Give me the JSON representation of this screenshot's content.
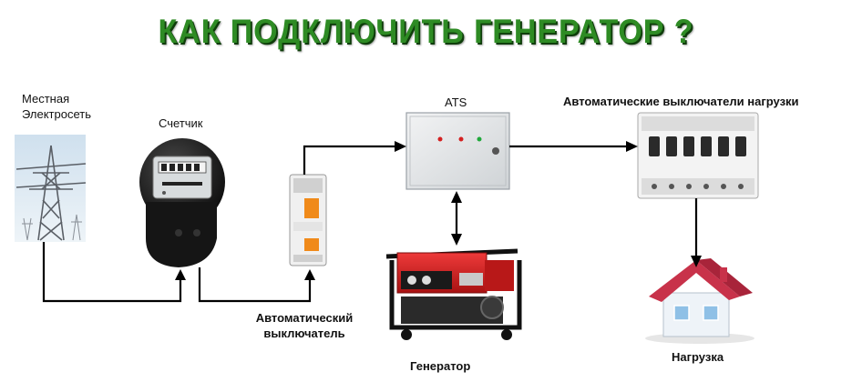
{
  "title": "КАК ПОДКЛЮЧИТЬ ГЕНЕРАТОР ?",
  "labels": {
    "grid_line1": "Местная",
    "grid_line2": "Электросеть",
    "meter": "Счетчик",
    "breaker_line1": "Автоматический",
    "breaker_line2": "выключатель",
    "ats": "ATS",
    "load_breakers": "Автоматические выключатели нагрузки",
    "generator": "Генератор",
    "load": "Нагрузка"
  },
  "colors": {
    "title": "#2e8b24",
    "breaker_accent": "#f08a1a",
    "generator_red": "#d42020",
    "roof": "#c8324a",
    "ats_box": "#e6e8ea",
    "arrow": "#000000"
  }
}
